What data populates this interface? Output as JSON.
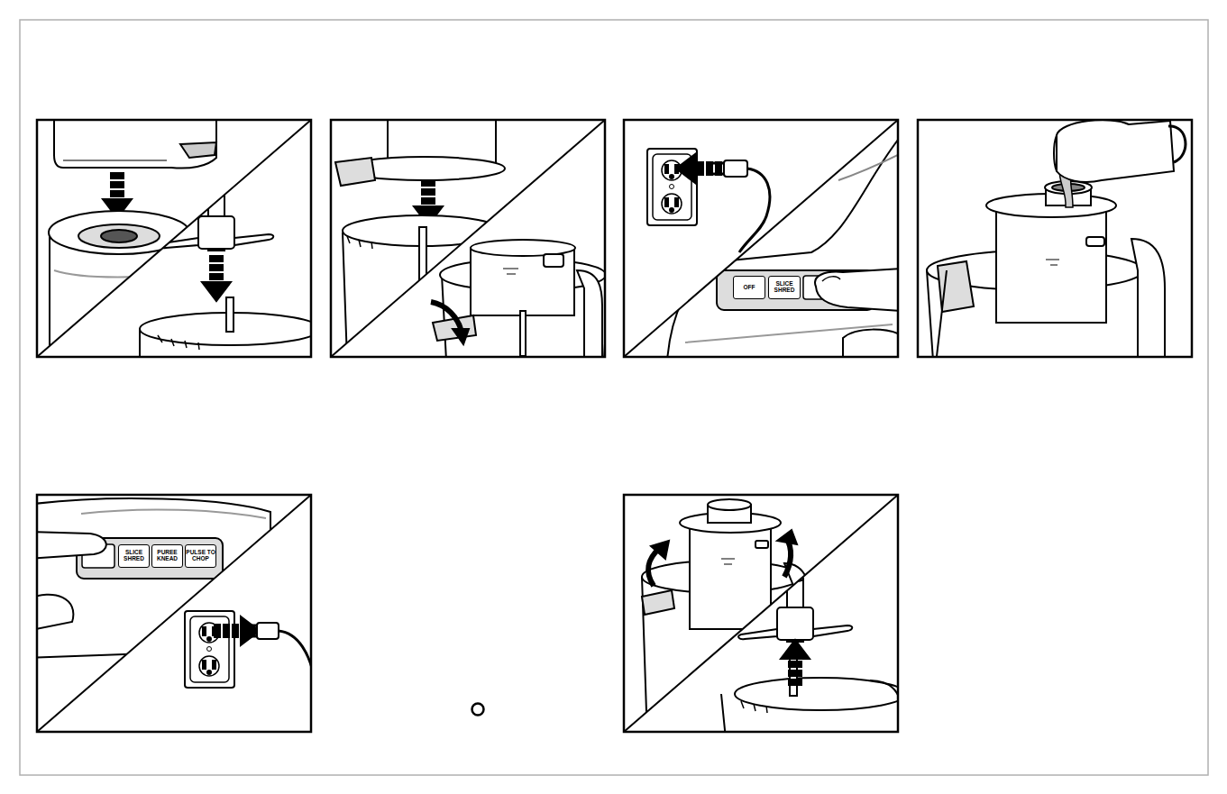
{
  "diagram": {
    "nodes": [
      {
        "text": [
          "OFF"
        ]
      },
      {
        "text": [
          "SLICE SHRED"
        ]
      },
      {
        "text": [
          "SLICE SHRED"
        ]
      },
      {
        "text": [
          "PUREE KNEAD"
        ]
      },
      {
        "text": [
          "PULSE TO CHOP"
        ]
      }
    ]
  }
}
